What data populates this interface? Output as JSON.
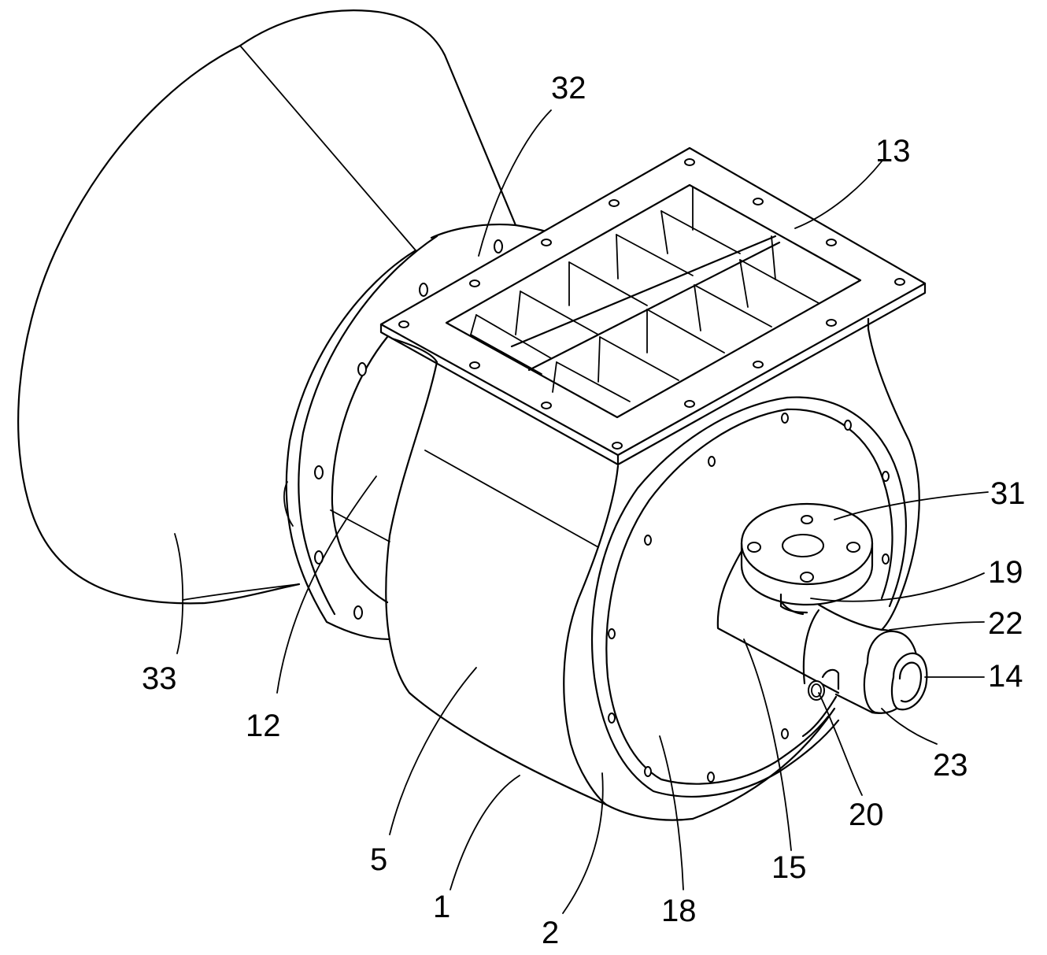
{
  "labels": {
    "l1": "1",
    "l2": "2",
    "l5": "5",
    "l12": "12",
    "l13": "13",
    "l14": "14",
    "l15": "15",
    "l18": "18",
    "l19": "19",
    "l20": "20",
    "l22": "22",
    "l23": "23",
    "l31": "31",
    "l32": "32",
    "l33": "33"
  },
  "colors": {
    "line": "#000000",
    "background": "#ffffff"
  }
}
